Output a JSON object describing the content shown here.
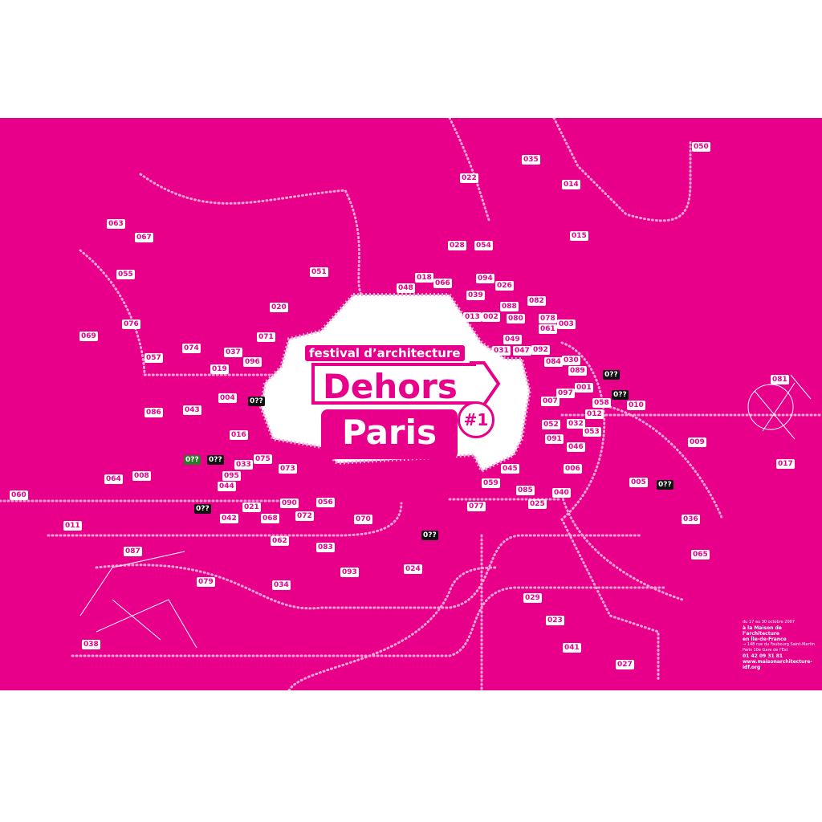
{
  "logo": {
    "subtitle": "festival d’architecture",
    "title1": "Dehors",
    "title2": "Paris",
    "edition": "#1"
  },
  "info": {
    "dates": "du 17 au 30 octobre 2007",
    "venue1": "à la Maison de l’architecture",
    "venue2": "en Île-de-France",
    "address": "→ 148 rue du Faubourg Saint-Martin",
    "city": "Paris 10e  Gare de l'Est",
    "phone": "01 42 09 31 81",
    "website": "www.maisonarchitecture-idf.org"
  },
  "labels": [
    "050",
    "035",
    "022",
    "014",
    "063",
    "067",
    "015",
    "028",
    "054",
    "055",
    "051",
    "018",
    "066",
    "094",
    "048",
    "026",
    "020",
    "039",
    "082",
    "088",
    "013",
    "002",
    "080",
    "078",
    "003",
    "076",
    "061",
    "049",
    "069",
    "071",
    "074",
    "037",
    "031",
    "047",
    "092",
    "057",
    "096",
    "084",
    "030",
    "019",
    "089",
    "0??",
    "001",
    "097",
    "0??",
    "081",
    "004",
    "0??",
    "086",
    "043",
    "007",
    "058",
    "010",
    "012",
    "052",
    "032",
    "016",
    "053",
    "091",
    "046",
    "009",
    "0??",
    "0??",
    "033",
    "075",
    "017",
    "095",
    "073",
    "045",
    "006",
    "044",
    "005",
    "0??",
    "085",
    "059",
    "040",
    "064",
    "008",
    "060",
    "090",
    "056",
    "021",
    "077",
    "025",
    "0??",
    "042",
    "068",
    "072",
    "036",
    "070",
    "011",
    "083",
    "0??",
    "062",
    "087",
    "065",
    "093",
    "024",
    "034",
    "079",
    "029",
    "023",
    "038",
    "041",
    "027"
  ],
  "colors": {
    "background": "#e8008a",
    "foreground": "#ffffff"
  }
}
